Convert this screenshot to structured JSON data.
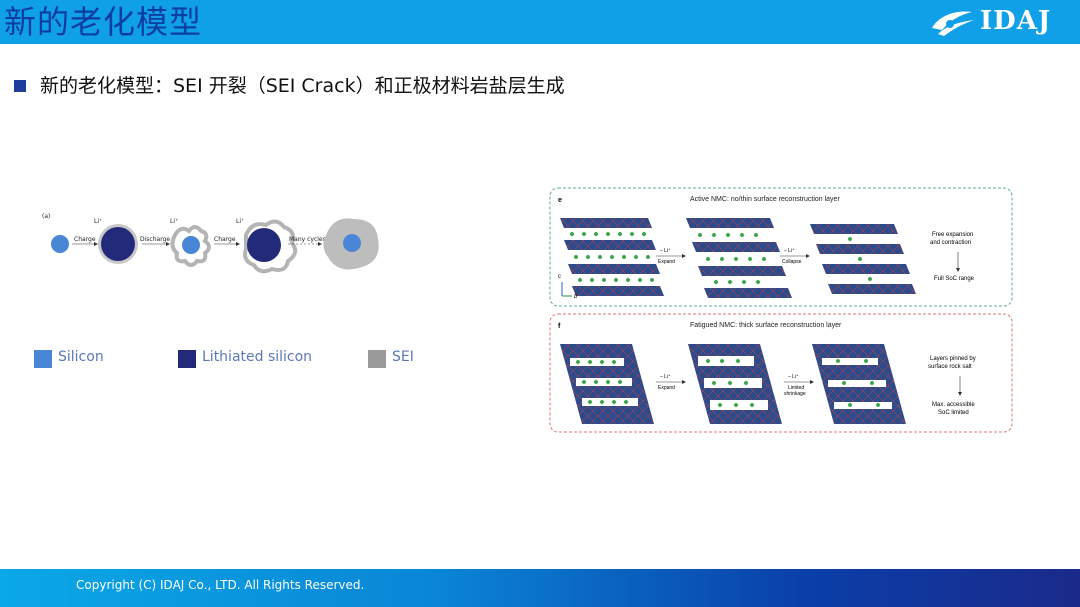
{
  "header": {
    "title": "新的老化模型",
    "logo_text": "IDAJ"
  },
  "bullet": {
    "text": "新的老化模型：SEI 开裂（SEI Crack）和正极材料岩盐层生成"
  },
  "left_figure": {
    "panel_label": "(a)",
    "li_label": "Li⁺",
    "steps": [
      "Charge",
      "Discharge",
      "Charge",
      "Many cycles"
    ]
  },
  "legend": {
    "items": [
      {
        "label": "Silicon",
        "color": "#4a86d6"
      },
      {
        "label": "Lithiated silicon",
        "color": "#242a7a"
      },
      {
        "label": "SEI",
        "color": "#9a9a9a"
      }
    ]
  },
  "right_figure": {
    "panel_e": {
      "label": "e",
      "title": "Active NMC: no/thin surface reconstruction layer",
      "arrow1_top": "– Li⁺",
      "arrow1_bottom": "Expand",
      "arrow2_top": "– Li⁺",
      "arrow2_bottom": "Collapse",
      "note_top": "Free expansion and contraction",
      "note_bottom": "Full SoC range",
      "axis_c": "c",
      "axis_b": "b"
    },
    "panel_f": {
      "label": "f",
      "title": "Fatigued NMC: thick surface reconstruction layer",
      "arrow1_top": "– Li⁺",
      "arrow1_bottom": "Expand",
      "arrow2_top": "– Li⁺",
      "arrow2_bottom": "Limited shrinkage",
      "note_top": "Layers pinned by surface rock salt",
      "note_bottom": "Max. accessible SoC limited"
    }
  },
  "footer": {
    "copyright": "Copyright (C)  IDAJ Co., LTD. All Rights Reserved."
  }
}
